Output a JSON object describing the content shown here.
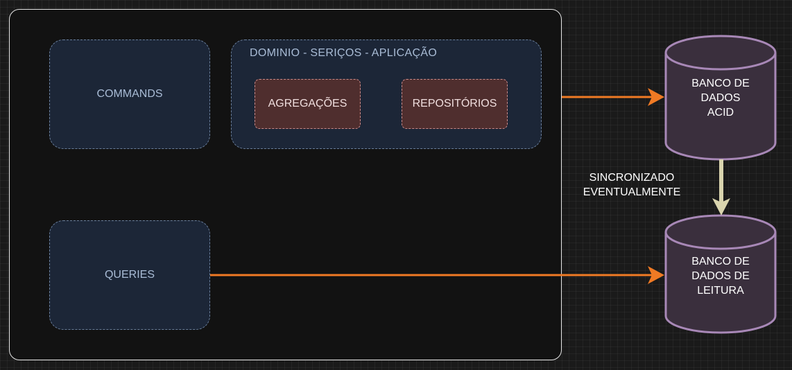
{
  "boxes": {
    "commands": "COMMANDS",
    "queries": "QUERIES",
    "domain_title": "DOMINIO - SERIÇOS - APLICAÇÃO",
    "aggregations": "AGREGAÇÕES",
    "repositories": "REPOSITÓRIOS"
  },
  "databases": {
    "acid": {
      "line1": "BANCO DE",
      "line2": "DADOS",
      "line3": "ACID"
    },
    "read": {
      "line1": "BANCO DE",
      "line2": "DADOS DE",
      "line3": "LEITURA"
    }
  },
  "sync": {
    "line1": "SINCRONIZADO",
    "line2": "EVENTUALMENTE"
  },
  "colors": {
    "arrow_orange": "#f07a24",
    "arrow_sync": "#d9d4ae",
    "db_fill": "#3a2f3d",
    "db_stroke": "#a888b7",
    "box_fill": "#1c2637",
    "inner_fill": "#4f2e2e"
  }
}
